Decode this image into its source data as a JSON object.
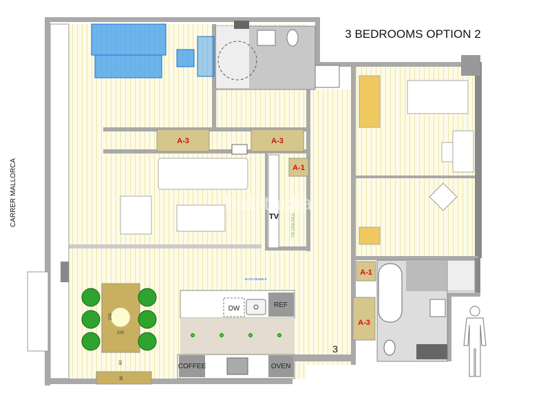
{
  "title": "3 BEDROOMS OPTION 2",
  "street": "CARRER MALLORCA",
  "watermark": "habitaclia",
  "room_number": "3",
  "storage_labels": {
    "a3_left": "A-3",
    "a3_right": "A-3",
    "a1_living": "A-1",
    "a1_bath": "A-1",
    "a3_bath": "A-3"
  },
  "living": {
    "tv": "TV",
    "panel": "TR CPA PAU"
  },
  "kitchen": {
    "dishwasher": "DW",
    "fridge": "REF",
    "coffee": "COFFEE",
    "oven": "OVEN",
    "note": "BAJO MUEBLE"
  },
  "dining": {
    "table_length": "200",
    "table_width": "100",
    "clearance": "60",
    "bench": "36"
  },
  "colors": {
    "floor": "#fdfbe6",
    "floor_lines": "#ece5a8",
    "wall": "#a9a9a9",
    "storage": "#d6c68c",
    "wardrobe": "#f0c860",
    "chairs": "#2ea32e",
    "accent_blue": "#3c9cf0",
    "storage_label": "#d01010"
  }
}
